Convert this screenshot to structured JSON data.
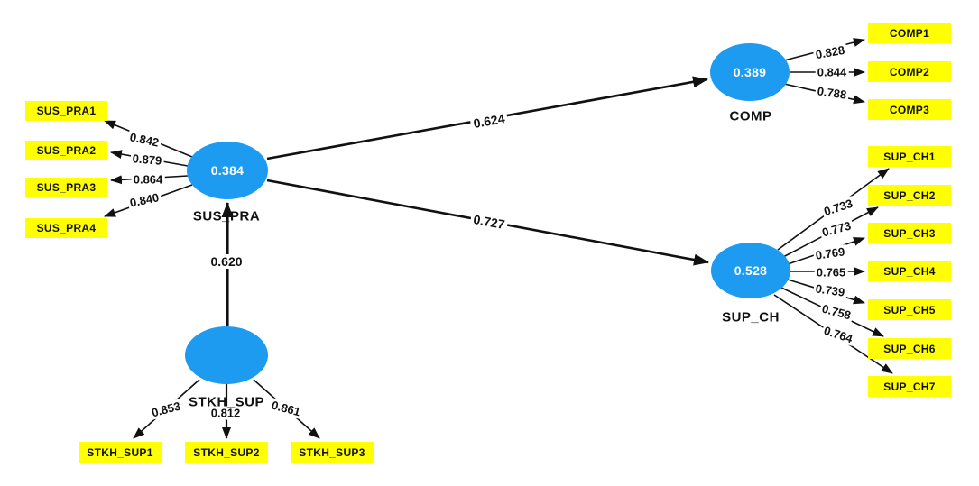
{
  "colors": {
    "latent_fill": "#1d9bf0",
    "indicator_fill": "#ffff00",
    "arrow": "#111111",
    "latent_text": "#ffffff",
    "label_text": "#111111"
  },
  "nodes": {
    "sus_pra": {
      "name": "SUS_PRA",
      "value": "0.384"
    },
    "comp": {
      "name": "COMP",
      "value": "0.389"
    },
    "sup_ch": {
      "name": "SUP_CH",
      "value": "0.528"
    },
    "stkh_sup": {
      "name": "STKH_SUP",
      "value": ""
    }
  },
  "paths": {
    "sus_pra_to_comp": "0.624",
    "sus_pra_to_sup_ch": "0.727",
    "stkh_sup_to_sus_pra": "0.620"
  },
  "indicators": {
    "sus_pra": [
      {
        "label": "SUS_PRA1",
        "loading": "0.842"
      },
      {
        "label": "SUS_PRA2",
        "loading": "0.879"
      },
      {
        "label": "SUS_PRA3",
        "loading": "0.864"
      },
      {
        "label": "SUS_PRA4",
        "loading": "0.840"
      }
    ],
    "comp": [
      {
        "label": "COMP1",
        "loading": "0.828"
      },
      {
        "label": "COMP2",
        "loading": "0.844"
      },
      {
        "label": "COMP3",
        "loading": "0.788"
      }
    ],
    "sup_ch": [
      {
        "label": "SUP_CH1",
        "loading": "0.733"
      },
      {
        "label": "SUP_CH2",
        "loading": "0.773"
      },
      {
        "label": "SUP_CH3",
        "loading": "0.769"
      },
      {
        "label": "SUP_CH4",
        "loading": "0.765"
      },
      {
        "label": "SUP_CH5",
        "loading": "0.739"
      },
      {
        "label": "SUP_CH6",
        "loading": "0.758"
      },
      {
        "label": "SUP_CH7",
        "loading": "0.764"
      }
    ],
    "stkh_sup": [
      {
        "label": "STKH_SUP1",
        "loading": "0.853"
      },
      {
        "label": "STKH_SUP2",
        "loading": "0.812"
      },
      {
        "label": "STKH_SUP3",
        "loading": "0.861"
      }
    ]
  }
}
